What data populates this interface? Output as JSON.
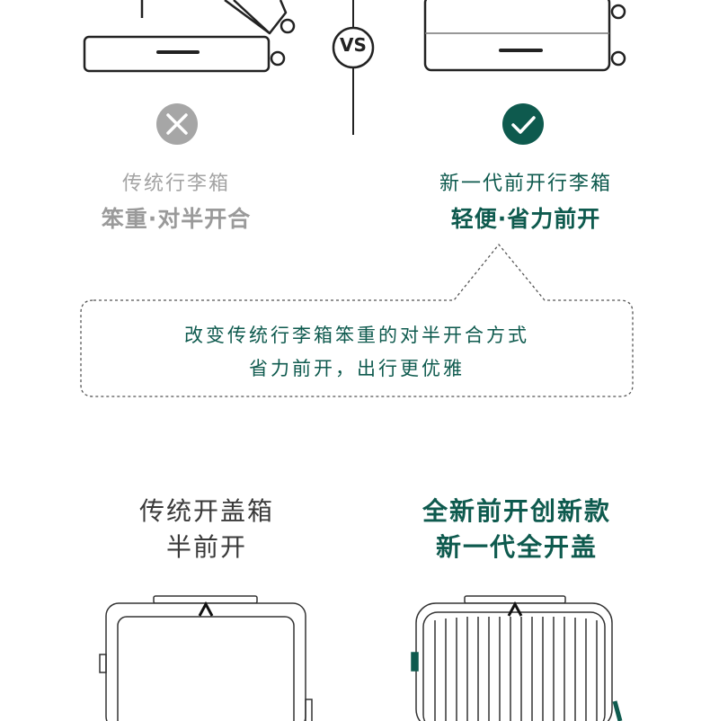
{
  "comparison": {
    "vs_label": "VS",
    "traditional": {
      "title": "传统行李箱",
      "subtitle": "笨重·对半开合",
      "status_icon": "x-mark-icon"
    },
    "new": {
      "title": "新一代前开行李箱",
      "subtitle": "轻便·省力前开",
      "status_icon": "check-mark-icon"
    }
  },
  "callout": {
    "line1": "改变传统行李箱笨重的对半开合方式",
    "line2": "省力前开，出行更优雅"
  },
  "lower": {
    "left": {
      "line1": "传统开盖箱",
      "line2": "半前开"
    },
    "right": {
      "line1": "全新前开创新款",
      "line2": "新一代全开盖"
    }
  },
  "colors": {
    "brand_green": "#0e5a4e",
    "gray": "#9a9a9a",
    "outline": "#222222"
  }
}
